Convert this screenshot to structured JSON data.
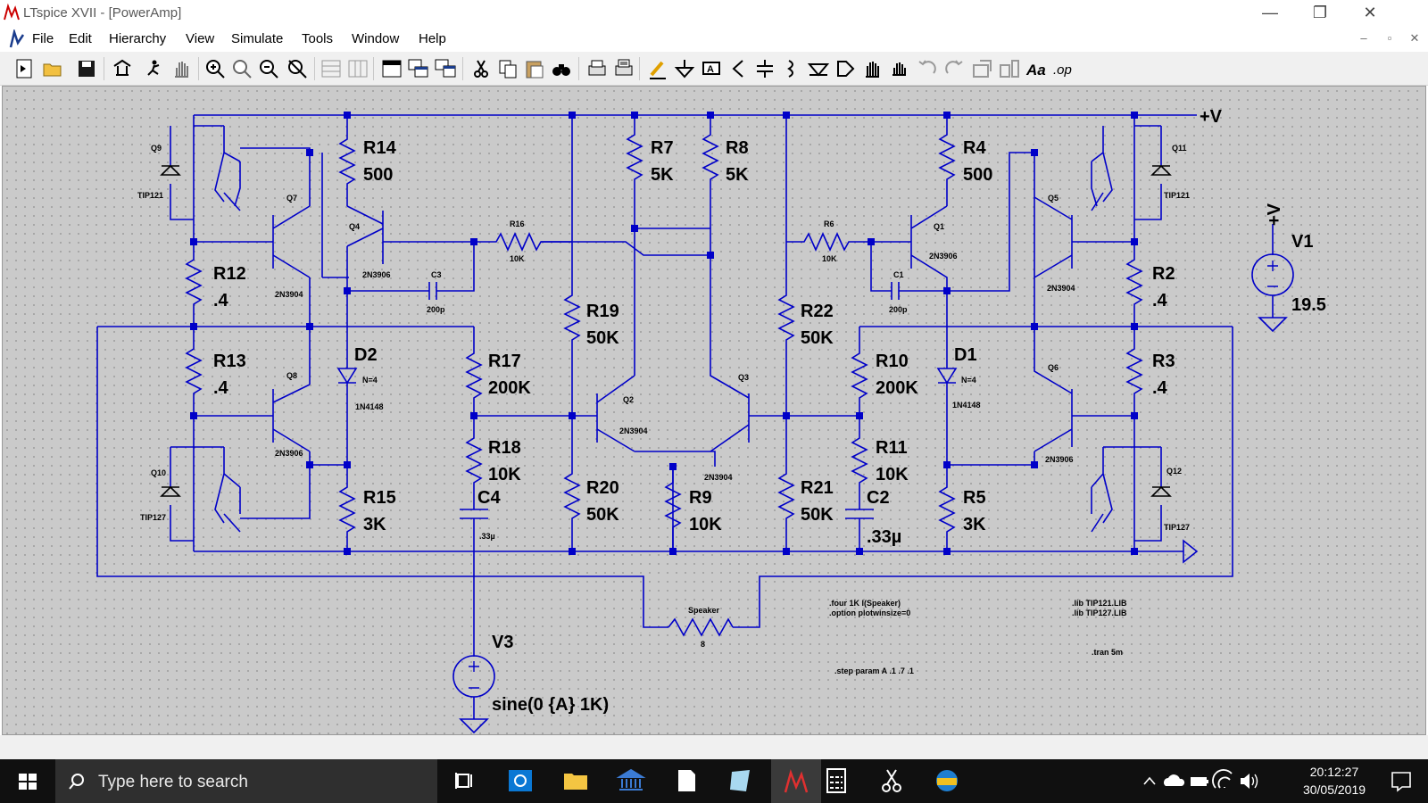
{
  "window": {
    "title": "LTspice XVII - [PowerAmp]"
  },
  "menu": {
    "items": [
      "File",
      "Edit",
      "Hierarchy",
      "View",
      "Simulate",
      "Tools",
      "Window",
      "Help"
    ]
  },
  "schematic": {
    "supply": "+V",
    "V1": {
      "name": "V1",
      "plus": "+V",
      "value": "19.5"
    },
    "V3": {
      "name": "V3",
      "value": "sine(0 {A} 1K)"
    },
    "R14": {
      "name": "R14",
      "value": "500"
    },
    "R7": {
      "name": "R7",
      "value": "5K"
    },
    "R8": {
      "name": "R8",
      "value": "5K"
    },
    "R4": {
      "name": "R4",
      "value": "500"
    },
    "R12": {
      "name": "R12",
      "value": ".4"
    },
    "R13": {
      "name": "R13",
      "value": ".4"
    },
    "R2": {
      "name": "R2",
      "value": ".4"
    },
    "R3": {
      "name": "R3",
      "value": ".4"
    },
    "R17": {
      "name": "R17",
      "value": "200K"
    },
    "R18": {
      "name": "R18",
      "value": "10K"
    },
    "R19": {
      "name": "R19",
      "value": "50K"
    },
    "R20": {
      "name": "R20",
      "value": "50K"
    },
    "R22": {
      "name": "R22",
      "value": "50K"
    },
    "R21": {
      "name": "R21",
      "value": "50K"
    },
    "R10": {
      "name": "R10",
      "value": "200K"
    },
    "R11": {
      "name": "R11",
      "value": "10K"
    },
    "R9": {
      "name": "R9",
      "value": "10K"
    },
    "R15": {
      "name": "R15",
      "value": "3K"
    },
    "R5": {
      "name": "R5",
      "value": "3K"
    },
    "R16": {
      "name": "R16",
      "value": "10K"
    },
    "R6": {
      "name": "R6",
      "value": "10K"
    },
    "C4": {
      "name": "C4",
      "value": ".33µ"
    },
    "C2": {
      "name": "C2",
      "value": ".33µ"
    },
    "C3": {
      "name": "C3",
      "value": "200p"
    },
    "C1": {
      "name": "C1",
      "value": "200p"
    },
    "D2": {
      "name": "D2",
      "n": "N=4",
      "part": "1N4148"
    },
    "D1": {
      "name": "D1",
      "n": "N=4",
      "part": "1N4148"
    },
    "Q9": {
      "name": "Q9",
      "part": "TIP121"
    },
    "Q10": {
      "name": "Q10",
      "part": "TIP127"
    },
    "Q11": {
      "name": "Q11",
      "part": "TIP121"
    },
    "Q12": {
      "name": "Q12",
      "part": "TIP127"
    },
    "Q7": {
      "name": "Q7",
      "part": "2N3904"
    },
    "Q8": {
      "name": "Q8",
      "part": "2N3906"
    },
    "Q4": {
      "name": "Q4",
      "part": "2N3906"
    },
    "Q2": {
      "name": "Q2",
      "part": "2N3904"
    },
    "Q3": {
      "name": "Q3",
      "part": "2N3904"
    },
    "Q1": {
      "name": "Q1",
      "part": "2N3906"
    },
    "Q5": {
      "name": "Q5",
      "part": "2N3904"
    },
    "Q6": {
      "name": "Q6",
      "part": "2N3906"
    },
    "Speaker": {
      "name": "Speaker",
      "value": "8"
    },
    "directives": {
      "four": ".four 1K I(Speaker)",
      "option": ".option plotwinsize=0",
      "lib1": ".lib TIP121.LIB",
      "lib2": ".lib TIP127.LIB",
      "tran": ".tran 5m",
      "step": ".step param A .1 .7 .1"
    }
  },
  "taskbar": {
    "search_placeholder": "Type here to search",
    "time": "20:12:27",
    "date": "30/05/2019"
  },
  "colors": {
    "wire": "#0000c8",
    "junction": "#0000c8",
    "canvas": "#cacaca"
  }
}
